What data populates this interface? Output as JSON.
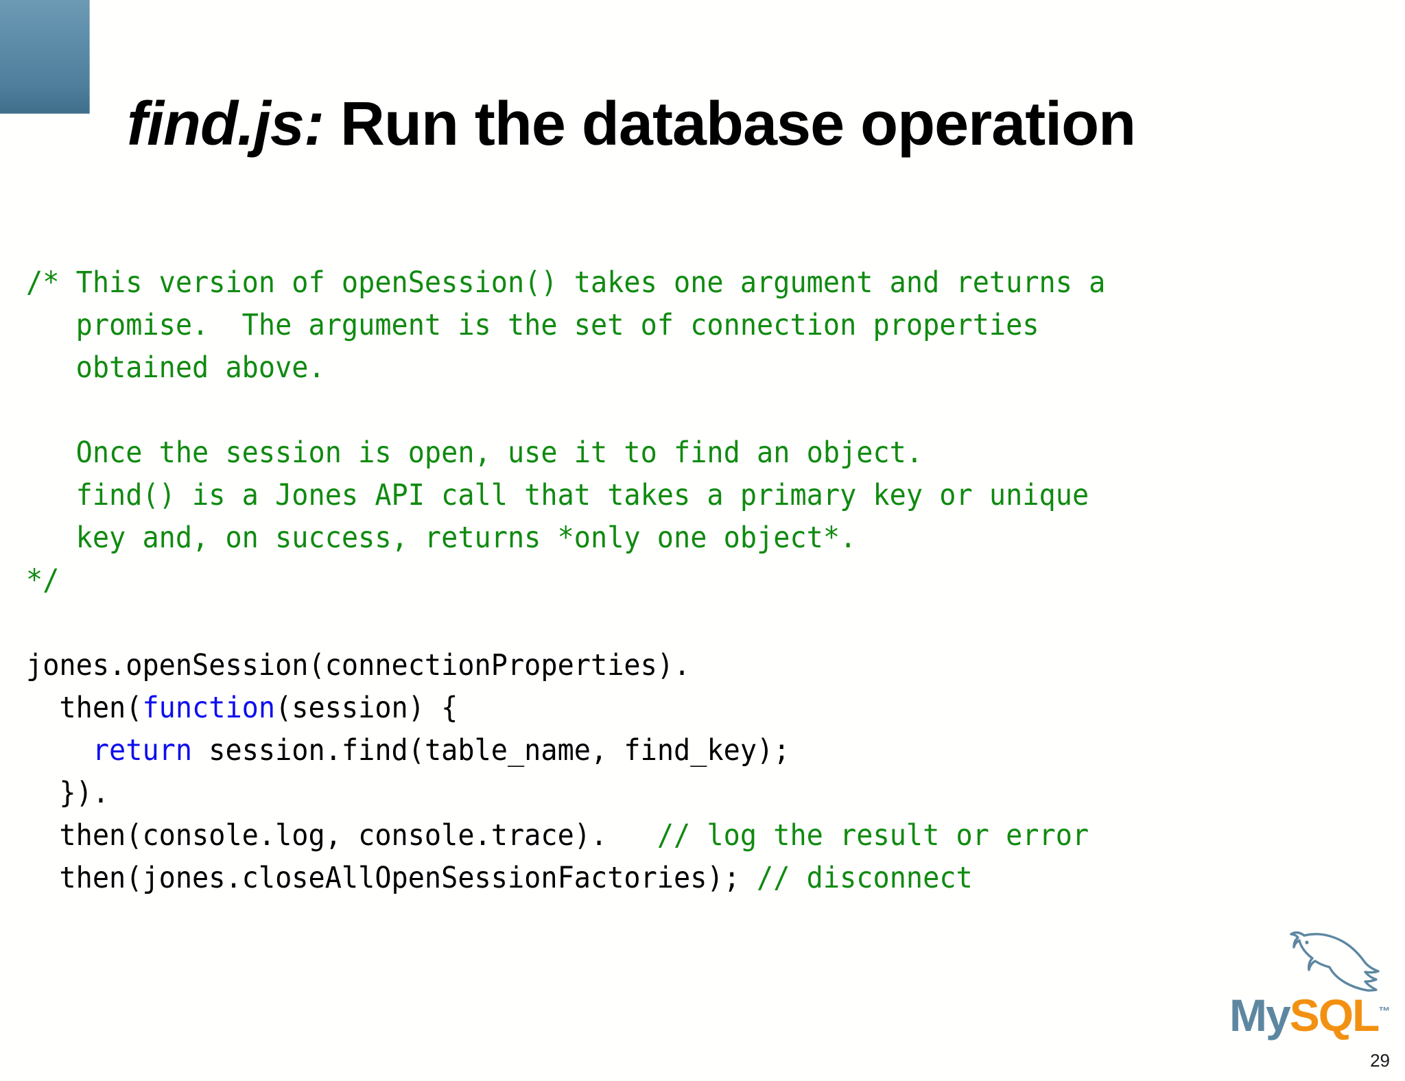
{
  "slide": {
    "background_color": "#fffffe",
    "page_number": "29",
    "title": {
      "emphasis": "find.js:",
      "rest": " Run the database operation"
    },
    "accent": {
      "name": "corner-accent-block",
      "color_top": "#6C9AB4",
      "color_bottom": "#3F6E8B"
    }
  },
  "code": {
    "language": "javascript",
    "colors": {
      "comment": "#108A10",
      "keyword": "#0E0EEE",
      "plain": "#000000"
    },
    "lines": [
      {
        "id": "l1",
        "segments": [
          {
            "text": "/* This version of openSession() takes one argument and returns a",
            "type": "comment"
          }
        ]
      },
      {
        "id": "l2",
        "segments": [
          {
            "text": "   promise.  The argument is the set of connection properties",
            "type": "comment"
          }
        ]
      },
      {
        "id": "l3",
        "segments": [
          {
            "text": "   obtained above.",
            "type": "comment"
          }
        ]
      },
      {
        "id": "l4",
        "segments": [
          {
            "text": "",
            "type": "comment"
          }
        ]
      },
      {
        "id": "l5",
        "segments": [
          {
            "text": "   Once the session is open, use it to find an object.",
            "type": "comment"
          }
        ]
      },
      {
        "id": "l6",
        "segments": [
          {
            "text": "   find() is a Jones API call that takes a primary key or unique",
            "type": "comment"
          }
        ]
      },
      {
        "id": "l7",
        "segments": [
          {
            "text": "   key and, on success, returns *only one object*.",
            "type": "comment"
          }
        ]
      },
      {
        "id": "l8",
        "segments": [
          {
            "text": "*/",
            "type": "comment"
          }
        ]
      },
      {
        "id": "l9",
        "segments": [
          {
            "text": "",
            "type": "plain"
          }
        ]
      },
      {
        "id": "l10",
        "segments": [
          {
            "text": "jones.openSession(connectionProperties).",
            "type": "plain"
          }
        ]
      },
      {
        "id": "l11",
        "segments": [
          {
            "text": "  then(",
            "type": "plain"
          },
          {
            "text": "function",
            "type": "keyword"
          },
          {
            "text": "(session) {",
            "type": "plain"
          }
        ]
      },
      {
        "id": "l12",
        "segments": [
          {
            "text": "    ",
            "type": "plain"
          },
          {
            "text": "return",
            "type": "keyword"
          },
          {
            "text": " session.find(table_name, find_key);",
            "type": "plain"
          }
        ]
      },
      {
        "id": "l13",
        "segments": [
          {
            "text": "  }).",
            "type": "plain"
          }
        ]
      },
      {
        "id": "l14",
        "segments": [
          {
            "text": "  then(console.log, console.trace).",
            "type": "plain"
          },
          {
            "text": "   // log the result or error",
            "type": "comment"
          }
        ]
      },
      {
        "id": "l15",
        "segments": [
          {
            "text": "  then(jones.closeAllOpenSessionFactories); ",
            "type": "plain"
          },
          {
            "text": "// disconnect",
            "type": "comment"
          }
        ]
      }
    ]
  },
  "logo": {
    "name": "mysql-logo",
    "word_my": "My",
    "word_sql": "SQL",
    "trademark": "™",
    "color_my": "#5D87A1",
    "color_sql": "#F29111",
    "dolphin_icon": "dolphin-icon"
  }
}
